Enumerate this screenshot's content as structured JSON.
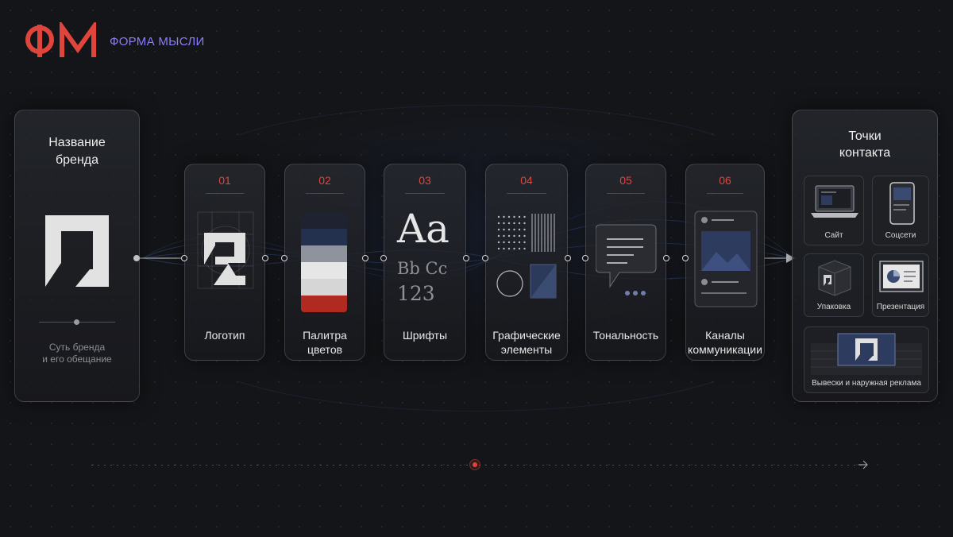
{
  "header": {
    "logo_letters": "ФМ",
    "brand_name": "ФОРМА МЫСЛИ",
    "accent_color": "#e0453c",
    "brand_text_color": "#8a7cff"
  },
  "brand_card": {
    "title_line1": "Название",
    "title_line2": "бренда",
    "subtitle_line1": "Суть бренда",
    "subtitle_line2": "и его обещание",
    "icon": "brand-mark-icon"
  },
  "steps": [
    {
      "num": "01",
      "label_line1": "Логотип",
      "label_line2": "",
      "icon": "logo-grid-icon"
    },
    {
      "num": "02",
      "label_line1": "Палитра",
      "label_line2": "цветов",
      "icon": "color-palette-icon"
    },
    {
      "num": "03",
      "label_line1": "Шрифты",
      "label_line2": "",
      "icon": "typography-icon",
      "sample_big": "Aa",
      "sample_mid": "Bb Cc",
      "sample_num": "123"
    },
    {
      "num": "04",
      "label_line1": "Графические",
      "label_line2": "элементы",
      "icon": "graphic-elements-icon"
    },
    {
      "num": "05",
      "label_line1": "Тональность",
      "label_line2": "",
      "icon": "speech-bubble-icon"
    },
    {
      "num": "06",
      "label_line1": "Каналы",
      "label_line2": "коммуникации",
      "icon": "channels-icon"
    }
  ],
  "palette_colors": [
    "#1f2230",
    "#23314f",
    "#8f949c",
    "#e6e6e6",
    "#d6d6d6",
    "#b12a22"
  ],
  "touchpoints": {
    "title_line1": "Точки",
    "title_line2": "контакта",
    "items": [
      {
        "label": "Сайт",
        "icon": "laptop-icon"
      },
      {
        "label": "Соцсети",
        "icon": "phone-icon"
      },
      {
        "label": "Упаковка",
        "icon": "box-icon"
      },
      {
        "label": "Презентация",
        "icon": "presentation-icon"
      },
      {
        "label": "Вывески и наружная реклама",
        "icon": "signage-icon"
      }
    ]
  }
}
